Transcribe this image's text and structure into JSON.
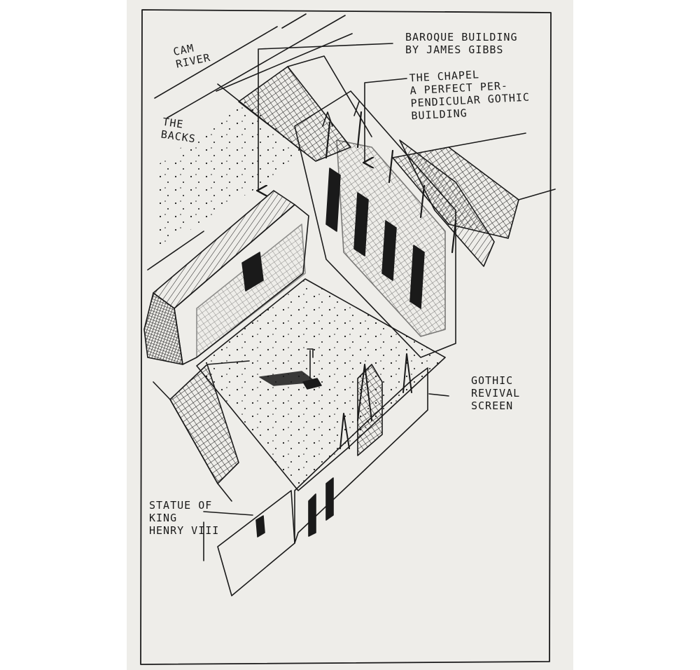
{
  "labels": {
    "cam_river": [
      "CAM",
      "RIVER"
    ],
    "the_backs": [
      "THE",
      "BACKS"
    ],
    "baroque": [
      "BAROQUE BUILDING",
      "BY JAMES GIBBS"
    ],
    "chapel": [
      "THE CHAPEL",
      "A PERFECT PER-",
      "PENDICULAR GOTHIC",
      "BUILDING"
    ],
    "gothic_revival": [
      "GOTHIC",
      "REVIVAL",
      "SCREEN"
    ],
    "statue": [
      "STATUE OF",
      "KING",
      "HENRY VIII"
    ]
  },
  "colors": {
    "ink": "#1a1a1a",
    "paper": "#eeede9",
    "background": "#ffffff"
  }
}
